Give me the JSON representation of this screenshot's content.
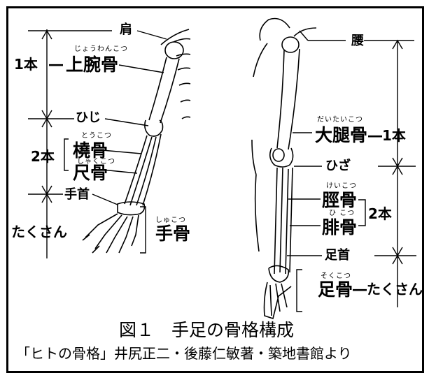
{
  "arm": {
    "shoulder": "肩",
    "upper_count": "1本",
    "upper_dash": "―",
    "humerus": "上腕骨",
    "humerus_ruby": "じょうわんこつ",
    "elbow": "ひじ",
    "fore_count": "2本",
    "radius": "橈骨",
    "radius_ruby": "とうこつ",
    "ulna": "尺骨",
    "ulna_ruby": "しゃくこつ",
    "wrist": "手首",
    "hand_count": "たくさん",
    "hand_bones": "手骨",
    "hand_bones_ruby": "しゅこつ"
  },
  "leg": {
    "hip": "腰",
    "femur": "大腿骨",
    "femur_ruby": "だいたいこつ",
    "femur_count": "―1本",
    "knee": "ひざ",
    "tibia": "脛骨",
    "tibia_ruby": "けいこつ",
    "fibula": "腓骨",
    "fibula_ruby": "ひ こつ",
    "lower_count": "2本",
    "ankle": "足首",
    "foot_bones": "足骨",
    "foot_bones_ruby": "そくこつ",
    "foot_count": "―たくさん"
  },
  "caption": {
    "title": "図１　手足の骨格構成",
    "source": "「ヒトの骨格」井尻正二・後藤仁敏著・築地書館より"
  }
}
